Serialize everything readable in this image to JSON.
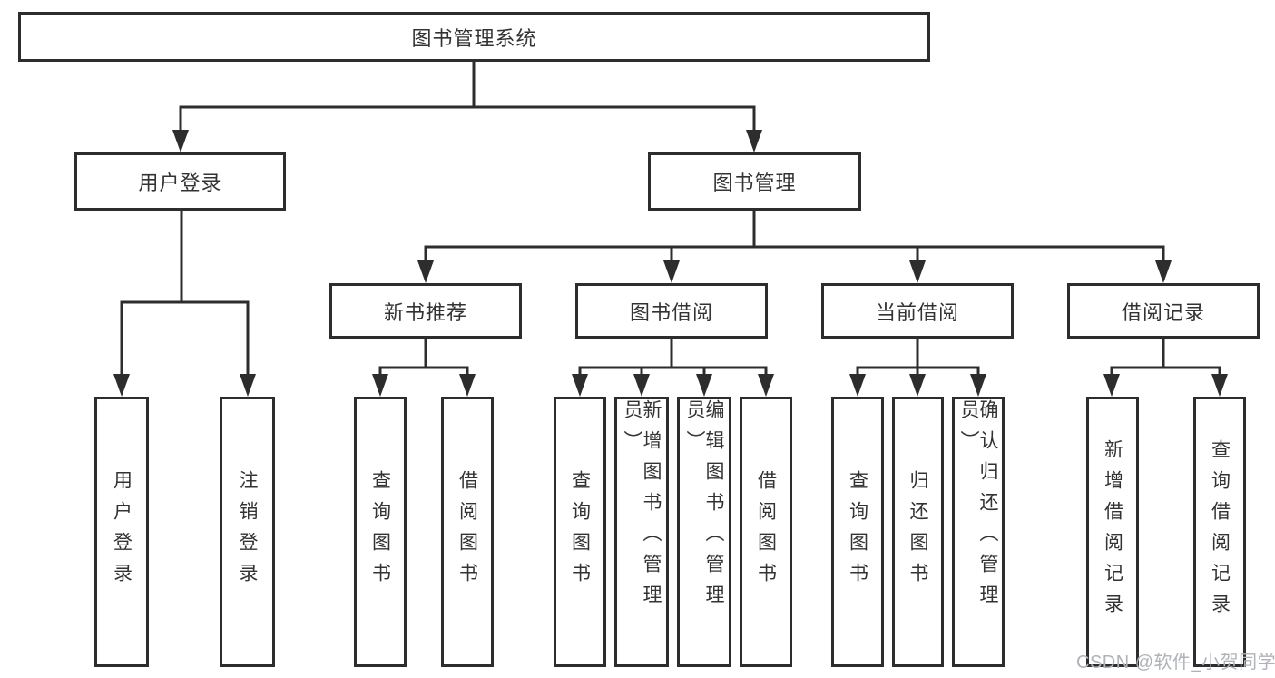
{
  "diagram_type": "hierarchy-tree",
  "colors": {
    "line": "#2d2d2d",
    "box_border": "#2d2d2d",
    "text": "#333333",
    "watermark": "#afb3b9",
    "background": "#ffffff"
  },
  "tree": {
    "root": {
      "label": "图书管理系统",
      "children": [
        {
          "label": "用户登录",
          "children": [
            {
              "label": "用户登录"
            },
            {
              "label": "注销登录"
            }
          ]
        },
        {
          "label": "图书管理",
          "children": [
            {
              "label": "新书推荐",
              "children": [
                {
                  "label": "查询图书"
                },
                {
                  "label": "借阅图书"
                }
              ]
            },
            {
              "label": "图书借阅",
              "children": [
                {
                  "label": "查询图书"
                },
                {
                  "label": "新增图书（管理员）"
                },
                {
                  "label": "编辑图书（管理员）"
                },
                {
                  "label": "借阅图书"
                }
              ]
            },
            {
              "label": "当前借阅",
              "children": [
                {
                  "label": "查询图书"
                },
                {
                  "label": "归还图书"
                },
                {
                  "label": "确认归还（管理员）"
                }
              ]
            },
            {
              "label": "借阅记录",
              "children": [
                {
                  "label": "新增借阅记录"
                },
                {
                  "label": "查询借阅记录"
                }
              ]
            }
          ]
        }
      ]
    }
  },
  "watermark": {
    "text": "CSDN @软件_小贺同学"
  }
}
